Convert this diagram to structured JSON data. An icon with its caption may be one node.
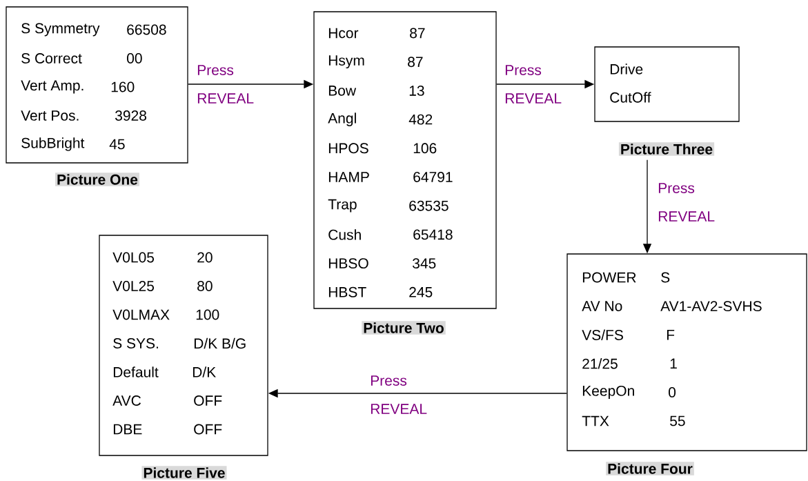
{
  "diagram": {
    "nodes": [
      {
        "text": [
          "S Symmetry",
          "66508",
          "S Correct",
          "00",
          "Vert Amp.",
          "160",
          "Vert Pos.",
          "3928",
          "SubBright",
          "45"
        ],
        "beside": [
          "Picture One"
        ]
      },
      {
        "text": [
          "Hcor",
          "87",
          "Hsym",
          "87",
          "Bow",
          "13",
          "Angl",
          "482",
          "HPOS",
          "106",
          "HAMP",
          "64791",
          "Trap",
          "63535",
          "Cush",
          "65418",
          "HBSO",
          "345",
          "HBST",
          "245"
        ],
        "beside": [
          "Picture Two"
        ]
      },
      {
        "text": [
          "Drive",
          "CutOff"
        ],
        "beside": [
          "Picture Three"
        ]
      },
      {
        "text": [
          "POWER",
          "S",
          "AV No",
          "AV1-AV2-SVHS",
          "VS/FS",
          "F",
          "21/25",
          "1",
          "KeepOn",
          "0",
          "TTX",
          "55"
        ],
        "beside": [
          "Picture Four"
        ]
      },
      {
        "text": [
          "V0L05",
          "20",
          "V0L25",
          "80",
          "V0LMAX",
          "100",
          "S SYS.",
          "D/K B/G",
          "Default",
          "D/K",
          "AVC",
          "OFF",
          "DBE",
          "OFF"
        ],
        "beside": [
          "Picture Five"
        ]
      }
    ],
    "edges": [
      {
        "from": 0,
        "to": 1,
        "arrow": "to",
        "label": "Press REVEAL"
      },
      {
        "from": 1,
        "to": 2,
        "arrow": "to",
        "label": "Press REVEAL"
      },
      {
        "from": 2,
        "to": 3,
        "arrow": "to",
        "label": "Press REVEAL"
      },
      {
        "from": 3,
        "to": 4,
        "arrow": "to",
        "label": "Press REVEAL"
      }
    ]
  }
}
